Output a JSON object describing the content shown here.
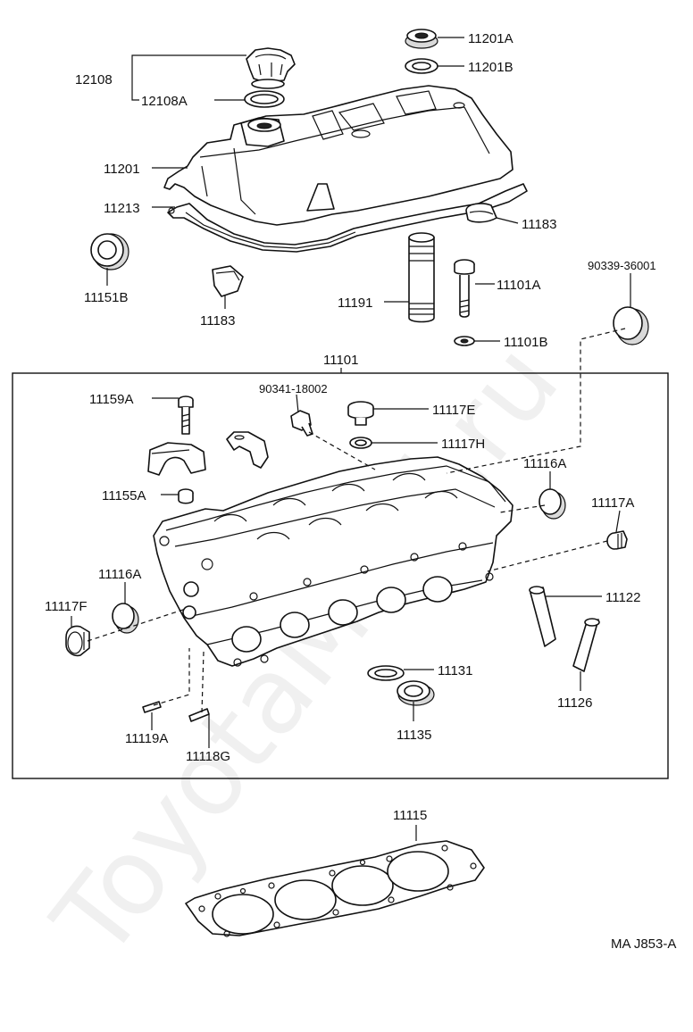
{
  "watermark": "ToyotaMimi.ru",
  "diagram_code": "MA J853-A",
  "parts": {
    "p12108": "12108",
    "p12108A": "12108A",
    "p11201A": "11201A",
    "p11201B": "11201B",
    "p11201": "11201",
    "p11213": "11213",
    "p11183_right": "11183",
    "p11183_left": "11183",
    "p11151B": "11151B",
    "p11191": "11191",
    "p11101A": "11101A",
    "p90339": "90339-36001",
    "p11101B": "11101B",
    "p11101": "11101",
    "p11159A": "11159A",
    "p90341": "90341-18002",
    "p11117E": "11117E",
    "p11117H": "11117H",
    "p11116A_right": "11116A",
    "p11155A": "11155A",
    "p11117A": "11117A",
    "p11116A_left": "11116A",
    "p11117F": "11117F",
    "p11122": "11122",
    "p11131": "11131",
    "p11126": "11126",
    "p11135": "11135",
    "p11119A": "11119A",
    "p11118G": "11118G",
    "p11115": "11115"
  }
}
